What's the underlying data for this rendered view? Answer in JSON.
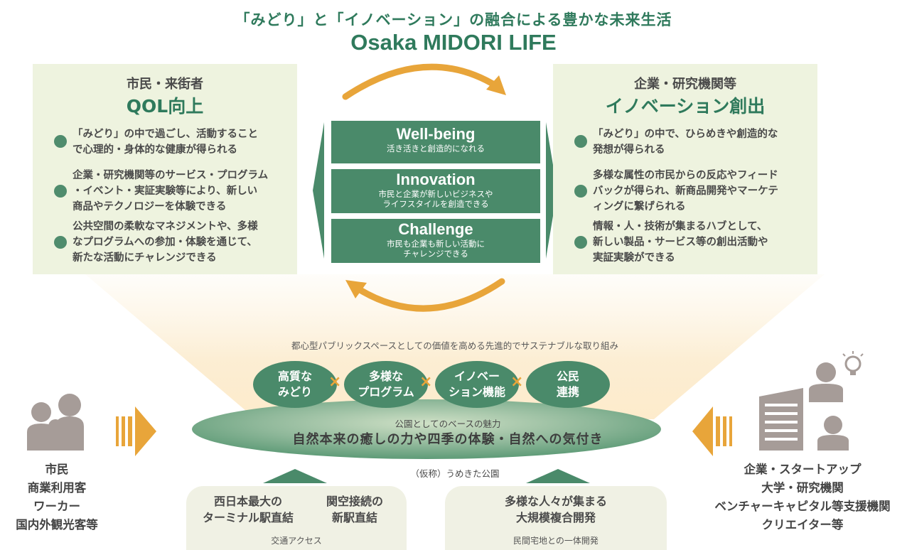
{
  "header": {
    "subtitle": "「みどり」と「イノベーション」の融合による豊かな未来生活",
    "title": "Osaka MIDORI LIFE"
  },
  "left_panel": {
    "heading": "市民・来街者",
    "big": "QOL向上",
    "bullets": [
      [
        "「みどり」の中で過ごし、活動すること",
        "で心理的・身体的な健康が得られる"
      ],
      [
        "企業・研究機関等のサービス・プログラム",
        "・イベント・実証実験等により、新しい",
        "商品やテクノロジーを体験できる"
      ],
      [
        "公共空間の柔軟なマネジメントや、多様",
        "なプログラムへの参加・体験を通じて、",
        "新たな活動にチャレンジできる"
      ]
    ]
  },
  "right_panel": {
    "heading": "企業・研究機関等",
    "big": "イノベーション創出",
    "bullets": [
      [
        "「みどり」の中で、ひらめきや創造的な",
        "発想が得られる"
      ],
      [
        "多様な属性の市民からの反応やフィード",
        "バックが得られ、新商品開発やマーケテ",
        "ィングに繋げられる"
      ],
      [
        "情報・人・技術が集まるハブとして、",
        "新しい製品・サービス等の創出活動や",
        "実証実験ができる"
      ]
    ]
  },
  "center": {
    "boxes": [
      {
        "title": "Well-being",
        "desc": [
          "活き活きと創造的になれる"
        ]
      },
      {
        "title": "Innovation",
        "desc": [
          "市民と企業が新しいビジネスや",
          "ライフスタイルを創造できる"
        ]
      },
      {
        "title": "Challenge",
        "desc": [
          "市民も企業も新しい活動に",
          "チャレンジできる"
        ]
      }
    ]
  },
  "middle": {
    "sustain": "都心型パブリックスペースとしての価値を高める先進的でサステナブルな取り組み",
    "pillars": [
      [
        "高質な",
        "みどり"
      ],
      [
        "多様な",
        "プログラム"
      ],
      [
        "イノベー",
        "ション機能"
      ],
      [
        "公民",
        "連携"
      ]
    ],
    "times": "×",
    "base_small": "公園としてのベースの魅力",
    "base_big": "自然本来の癒しの力や四季の体験・自然への気付き",
    "park": "（仮称）うめきた公園"
  },
  "footer": {
    "left": {
      "items": [
        [
          "西日本最大の",
          "ターミナル駅直結"
        ],
        [
          "関空接続の",
          "新駅直結"
        ]
      ],
      "label": "交通アクセス"
    },
    "right": {
      "items": [
        [
          "多様な人々が集まる",
          "大規模複合開発"
        ]
      ],
      "label": "民間宅地との一体開発"
    }
  },
  "people_left": [
    "市民",
    "商業利用客",
    "ワーカー",
    "国内外観光客等"
  ],
  "people_right": [
    "企業・スタートアップ",
    "大学・研究機関",
    "ベンチャーキャピタル等支援機関",
    "クリエイター等"
  ],
  "colors": {
    "green": "#4a8a6a",
    "title_green": "#2f7a5c",
    "orange": "#e8a53a",
    "panel_bg": "#eef3df",
    "icon_gray": "#a69c98"
  }
}
